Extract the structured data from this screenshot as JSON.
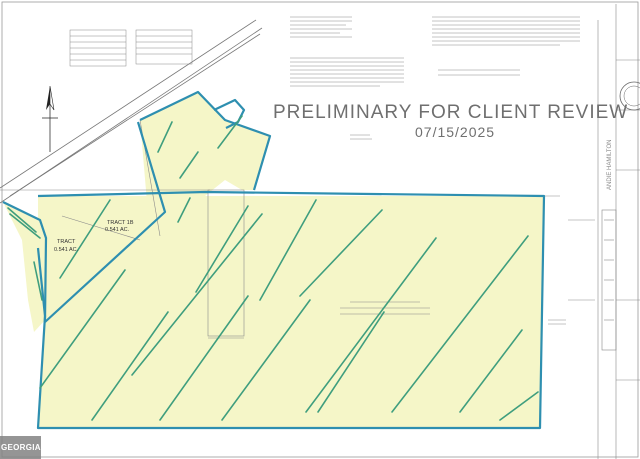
{
  "stamp": {
    "title": "PRELIMINARY FOR CLIENT REVIEW",
    "date": "07/15/2025"
  },
  "tracts": {
    "tract1": {
      "name": "TRACT 1B",
      "area": "0.541 AC."
    },
    "tract2": {
      "name": "TRACT",
      "area": "0.541 AC."
    }
  },
  "side_panel": {
    "name_text": "ANDIE HAMILTON"
  },
  "watermark": {
    "text": "GEORGIAMLS"
  },
  "colors": {
    "parcel_outline": "#2e8fb0",
    "hatch_green": "#3f9e7e",
    "fill_yellow": "#f5f6c8",
    "drafting_gray": "#666666",
    "watermark_bg": "#8a8a8a"
  },
  "icons": [
    "north-arrow-icon",
    "seal-icon"
  ]
}
